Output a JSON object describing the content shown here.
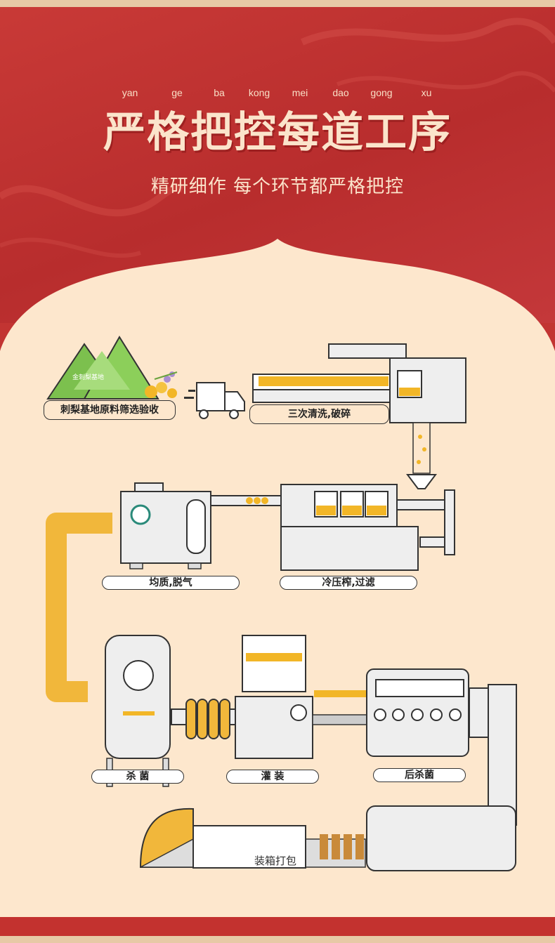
{
  "header": {
    "pinyin": [
      "yan",
      "ge",
      "ba",
      "kong",
      "mei",
      "dao",
      "gong",
      "xu"
    ],
    "title": "严格把控每道工序",
    "subtitle": "精研细作  每个环节都严格把控"
  },
  "colors": {
    "red": "#c23432",
    "cream": "#fde7cd",
    "gold": "#f1b73b",
    "machine": "#eeeeee"
  },
  "steps": {
    "step1": "刺梨基地原料筛选验收",
    "mountain_sign": "金刺梨基地",
    "step2": "三次清洗,破碎",
    "step3": "冷压榨,过滤",
    "step4": "均质,脱气",
    "step5": "杀 菌",
    "step6": "灌  装",
    "step7": "后杀菌",
    "step8": "装箱打包"
  }
}
